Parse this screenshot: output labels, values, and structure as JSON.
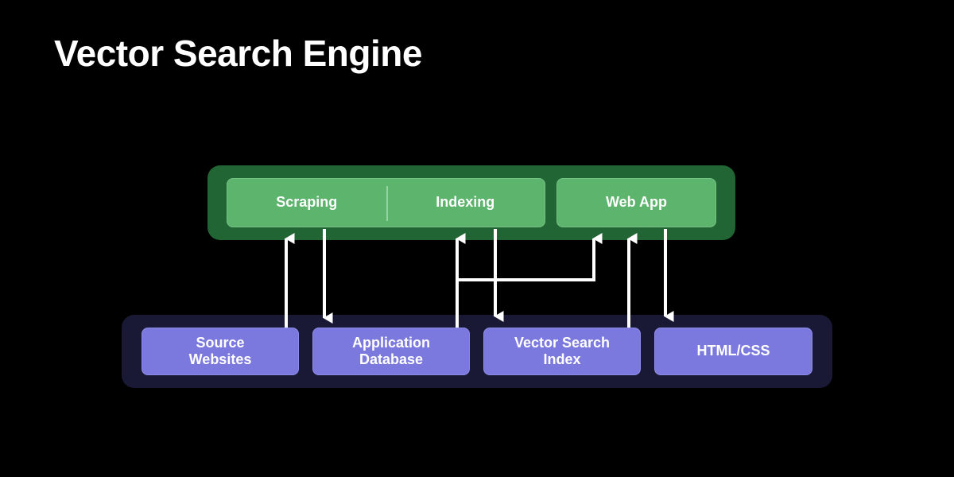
{
  "page": {
    "title": "Vector Search Engine",
    "background_color": "#000000"
  },
  "colors": {
    "background": "#000000",
    "green_group": "#226534",
    "green_node": "#5cb46d",
    "purple_group": "#1a1935",
    "purple_node": "#7b79dd",
    "connector": "#ffffff",
    "text": "#ffffff"
  },
  "diagram": {
    "type": "block-architecture",
    "groups": [
      {
        "id": "application-layer",
        "color": "#226534",
        "nodes": [
          {
            "id": "scraping",
            "label": "Scraping"
          },
          {
            "id": "indexing",
            "label": "Indexing"
          },
          {
            "id": "web-app",
            "label": "Web App"
          }
        ]
      },
      {
        "id": "data-layer",
        "color": "#1a1935",
        "nodes": [
          {
            "id": "source-websites",
            "label_line1": "Source",
            "label_line2": "Websites"
          },
          {
            "id": "application-database",
            "label_line1": "Application",
            "label_line2": "Database"
          },
          {
            "id": "vector-search-index",
            "label_line1": "Vector Search",
            "label_line2": "Index"
          },
          {
            "id": "html-css",
            "label_line1": "HTML/CSS",
            "label_line2": ""
          }
        ]
      }
    ],
    "connectors": [
      {
        "id": "source-websites-to-scraping",
        "from": "source-websites",
        "to": "scraping",
        "direction": "up",
        "style": "straight"
      },
      {
        "id": "scraping-to-application-database",
        "from": "scraping",
        "to": "application-database",
        "direction": "down",
        "style": "straight"
      },
      {
        "id": "vector-search-index-to-indexing",
        "from": "vector-search-index",
        "to": "indexing",
        "direction": "up",
        "style": "straight"
      },
      {
        "id": "indexing-to-vector-search-index",
        "from": "indexing",
        "to": "vector-search-index",
        "direction": "down",
        "style": "straight"
      },
      {
        "id": "vector-search-index-to-web-app-elbow",
        "from": "vector-search-index",
        "to": "web-app",
        "direction": "up",
        "style": "elbow"
      },
      {
        "id": "vector-search-index-to-web-app",
        "from": "vector-search-index",
        "to": "web-app",
        "direction": "up",
        "style": "straight"
      },
      {
        "id": "web-app-to-html-css",
        "from": "web-app",
        "to": "html-css",
        "direction": "down",
        "style": "straight"
      }
    ]
  }
}
